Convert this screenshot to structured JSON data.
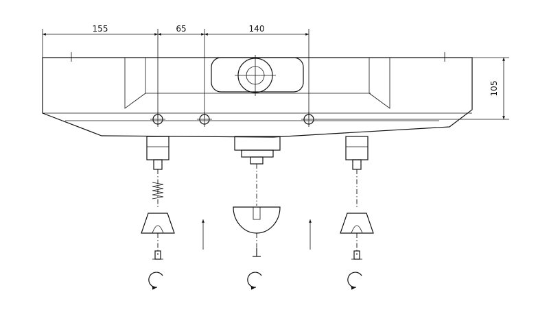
{
  "dimensions": {
    "d1": "155",
    "d2": "65",
    "d3": "140",
    "height": "105"
  },
  "colors": {
    "line": "#111111",
    "background": "#ffffff"
  }
}
